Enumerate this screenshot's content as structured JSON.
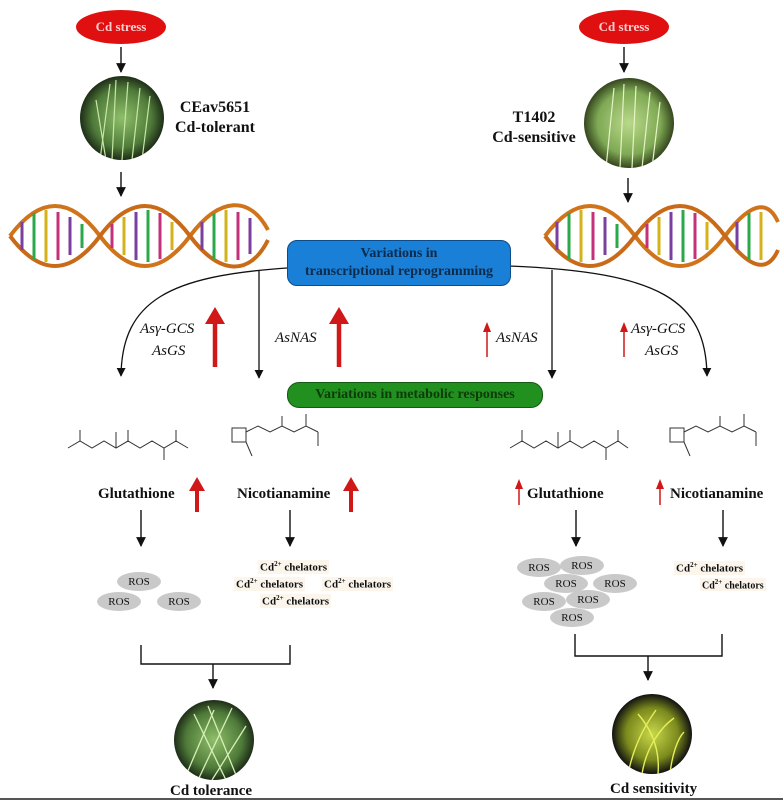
{
  "colors": {
    "stress_fill": "#e01010",
    "transcription_box": "#1a7fd6",
    "metabolic_box": "#21901f",
    "up_arrow": "#d01818",
    "ros_fill": "#c9c9c9"
  },
  "left": {
    "stress": "Cd stress",
    "cultivar": "CEav5651",
    "phenotype": "Cd-tolerant",
    "gene_set_1": [
      "Asγ-GCS",
      "AsGS"
    ],
    "gene_set_2": "AsNAS",
    "metabolite_1": "Glutathione",
    "metabolite_2": "Nicotianamine",
    "ros": [
      "ROS",
      "ROS",
      "ROS"
    ],
    "chelator_charge": "2+",
    "chelators": [
      "chelators",
      "chelators",
      "chelators",
      "chelators"
    ],
    "outcome": "Cd tolerance"
  },
  "right": {
    "stress": "Cd stress",
    "cultivar": "T1402",
    "phenotype": "Cd-sensitive",
    "gene_set_1": "AsNAS",
    "gene_set_2": [
      "Asγ-GCS",
      "AsGS"
    ],
    "metabolite_1": "Glutathione",
    "metabolite_2": "Nicotianamine",
    "ros": [
      "ROS",
      "ROS",
      "ROS",
      "ROS",
      "ROS",
      "ROS",
      "ROS"
    ],
    "chelator_charge": "2+",
    "chelators": [
      "chelators",
      "chelators"
    ],
    "outcome": "Cd sensitivity"
  },
  "center": {
    "transcription_line1": "Variations in",
    "transcription_line2": "transcriptional reprogramming",
    "metabolic": "Variations in metabolic responses"
  },
  "element_prefix": "Cd"
}
